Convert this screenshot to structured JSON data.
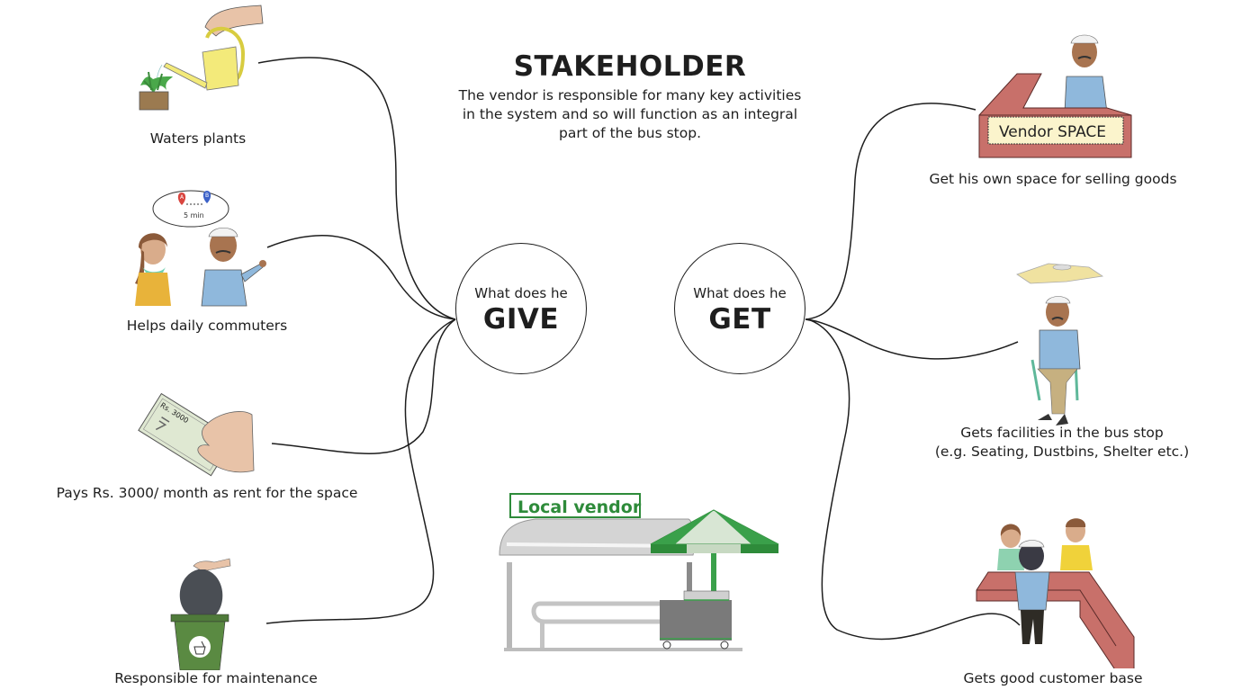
{
  "header": {
    "title": "STAKEHOLDER",
    "description_lines": [
      "The vendor is responsible for many key activities",
      "in the system and so will function as an integral",
      "part of the bus stop."
    ]
  },
  "give_hub": {
    "question": "What does he",
    "keyword": "GIVE"
  },
  "get_hub": {
    "question": "What does he",
    "keyword": "GET"
  },
  "give_items": [
    {
      "icon": "watering-can-icon",
      "caption": "Waters plants"
    },
    {
      "icon": "commuters-conversation-icon",
      "caption": "Helps daily commuters",
      "bubble_text": "5 min",
      "pin_a": "A",
      "pin_b": "B"
    },
    {
      "icon": "rent-money-icon",
      "caption": "Pays Rs. 3000/ month as rent for the space",
      "note_text": "Rs. 3000"
    },
    {
      "icon": "dustbin-icon",
      "caption": "Responsible for maintenance"
    }
  ],
  "get_items": [
    {
      "icon": "vendor-counter-icon",
      "caption": "Get his own space for selling goods",
      "sign_text": "Vendor SPACE"
    },
    {
      "icon": "seated-vendor-icon",
      "caption_lines": [
        "Gets facilities in the bus stop",
        "(e.g. Seating, Dustbins, Shelter etc.)"
      ]
    },
    {
      "icon": "customers-counter-icon",
      "caption": "Gets good customer base"
    }
  ],
  "center_illustration": {
    "icon": "bus-stop-vendor-icon",
    "sign_text": "Local vendor"
  },
  "colors": {
    "ink": "#1e1e1e",
    "vendor_green": "#2e8b3a",
    "counter_red": "#c8706a",
    "shirt_blue": "#8fb8dc",
    "can_yellow": "#f3ea7a",
    "bin_green": "#4f7a3a"
  }
}
